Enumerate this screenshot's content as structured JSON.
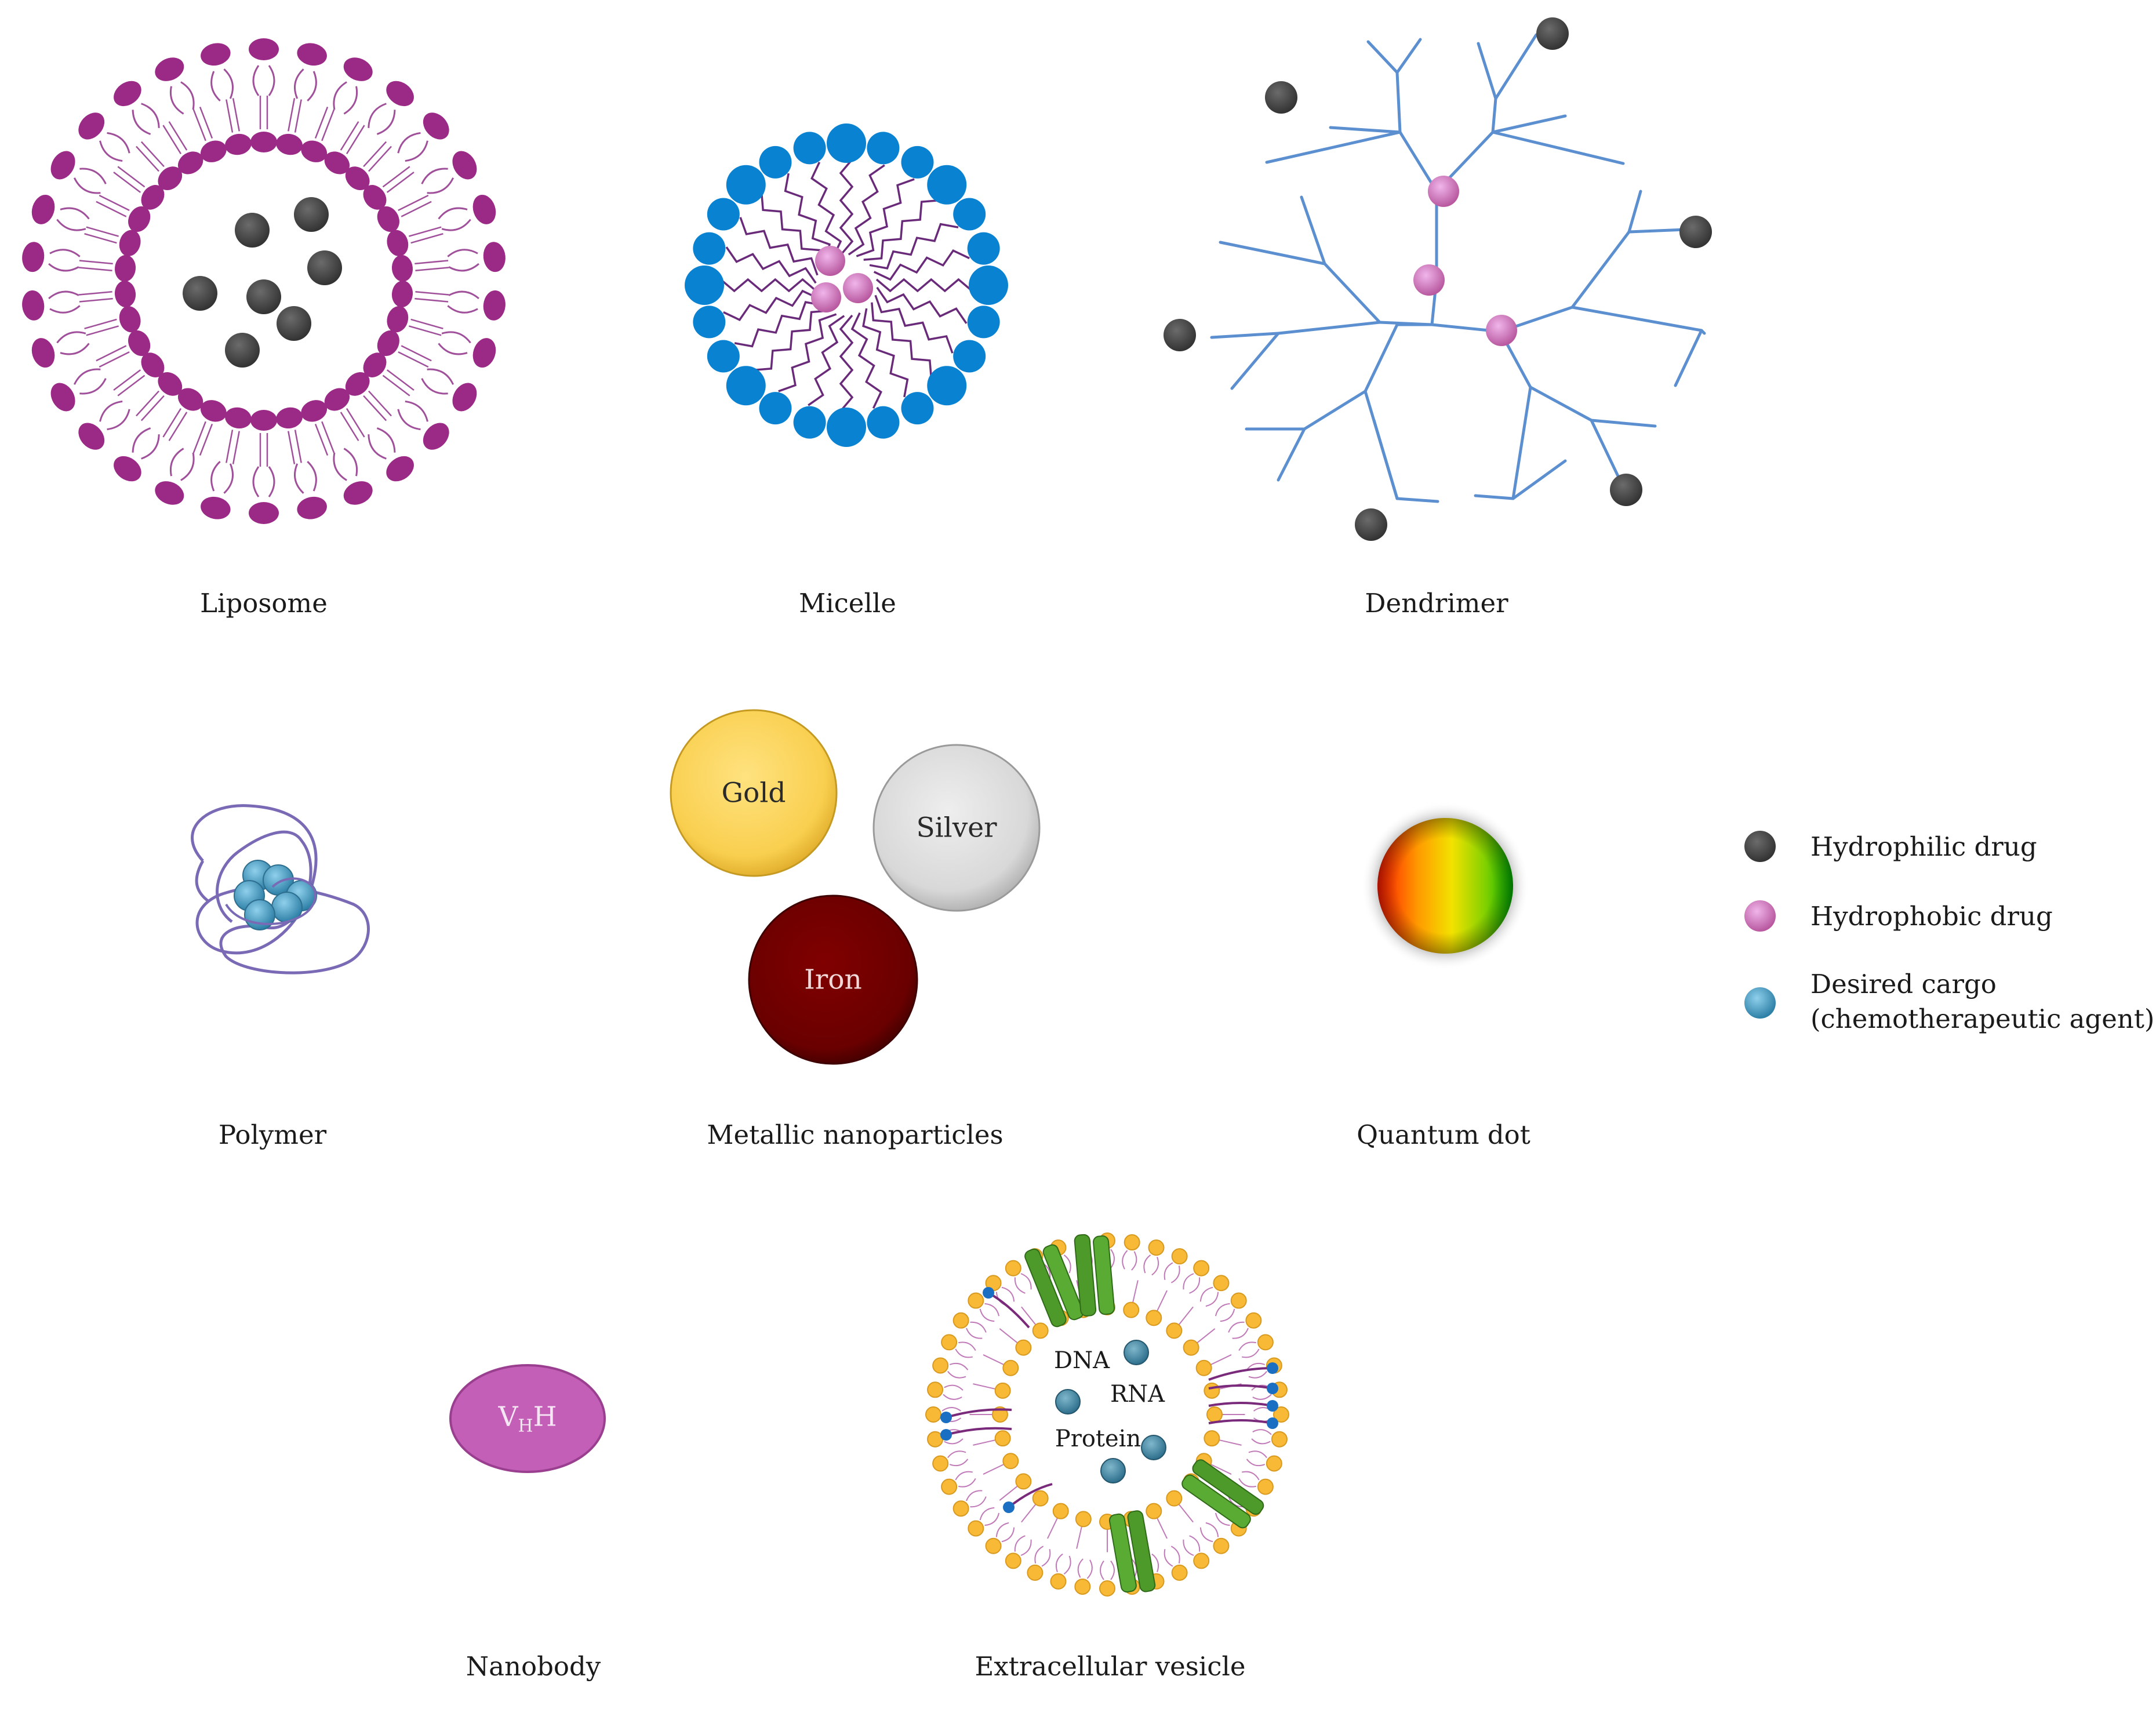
{
  "labels": {
    "liposome": "Liposome",
    "micelle": "Micelle",
    "dendrimer": "Dendrimer",
    "polymer": "Polymer",
    "metallic": "Metallic nanoparticles",
    "quantum_dot": "Quantum dot",
    "nanobody": "Nanobody",
    "ev": "Extracellular vesicle"
  },
  "metallic": {
    "gold": "Gold",
    "silver": "Silver",
    "iron": "Iron"
  },
  "nanobody_text": {
    "main": "V",
    "sub": "H",
    "tail": "H"
  },
  "ev_cargo": {
    "dna": "DNA",
    "rna": "RNA",
    "protein": "Protein"
  },
  "legend": {
    "hydrophilic": "Hydrophilic drug",
    "hydrophobic": "Hydrophobic drug",
    "cargo_line1": "Desired cargo",
    "cargo_line2": "(chemotherapeutic agent)"
  },
  "colors": {
    "lipid_head": "#9b2a86",
    "lipid_tail": "#a0509a",
    "micelle_head": "#0a82d2",
    "drug_dark": "#4d4d4d",
    "drug_pink": "#d07fc8",
    "cargo_blue": "#4aa3c8",
    "dendrimer_line": "#5b8fd0",
    "polymer_line": "#7a6ab5",
    "gold": "#fcd45a",
    "silver": "#dcdcdc",
    "iron": "#6e0000",
    "nanobody": "#c45fb8",
    "ev_head": "#f7b936",
    "ev_protein": "#4d9a2a"
  }
}
